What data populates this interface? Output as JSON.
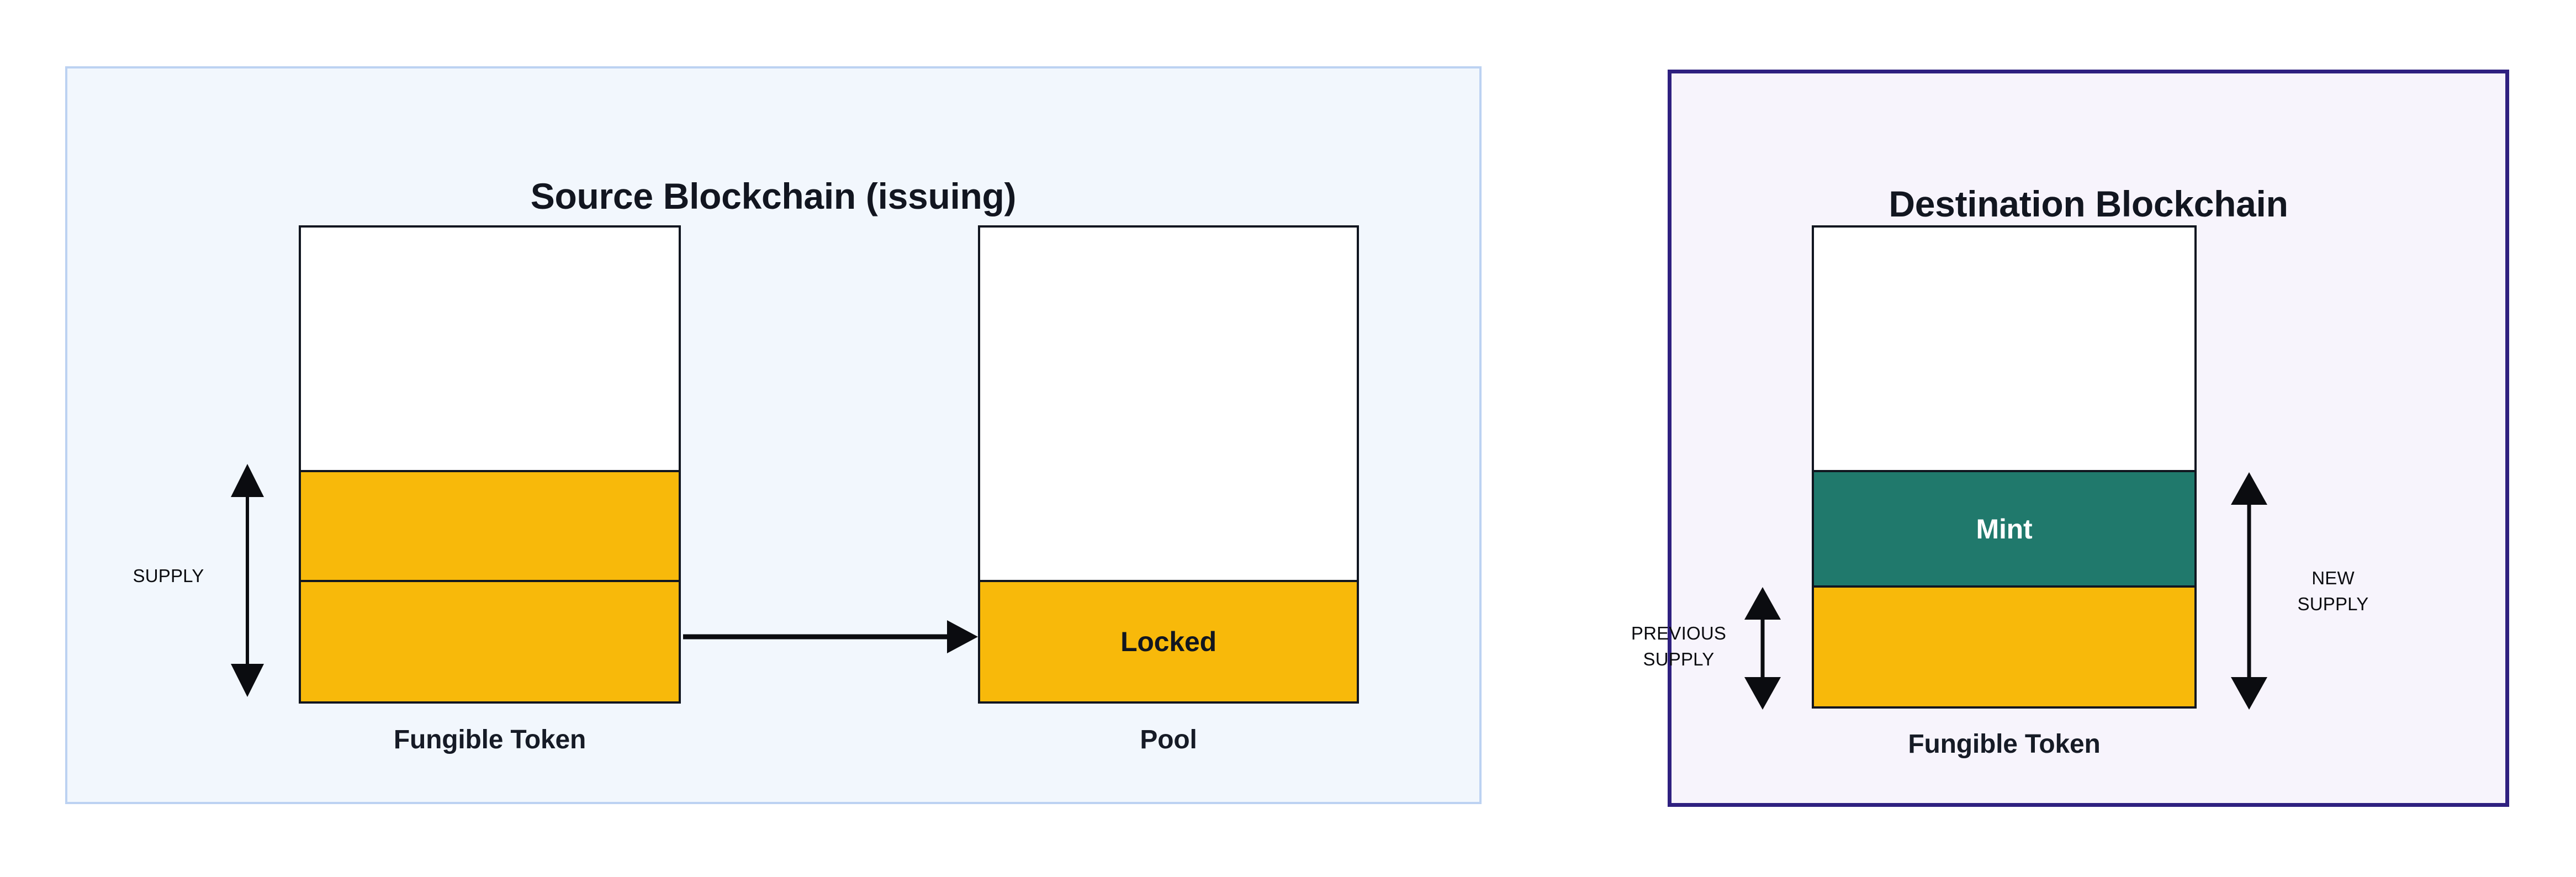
{
  "diagram": {
    "title_source": "Source Blockchain (issuing)",
    "title_destination": "Destination Blockchain"
  },
  "source_panel": {
    "title": "Source Blockchain (issuing)",
    "supply_label": "SUPPLY",
    "token_box": {
      "caption": "Fungible Token",
      "segments": [
        {
          "name": "empty-headroom",
          "label": "",
          "color": "#ffffff"
        },
        {
          "name": "supply-upper",
          "label": "",
          "color": "#f8b90a"
        },
        {
          "name": "supply-lower",
          "label": "",
          "color": "#f8b90a"
        }
      ]
    },
    "pool_box": {
      "caption": "Pool",
      "segments": [
        {
          "name": "empty-headroom",
          "label": "",
          "color": "#ffffff"
        },
        {
          "name": "locked",
          "label": "Locked",
          "color": "#f8b90a"
        }
      ]
    },
    "transfer_arrow": {
      "name": "lock-transfer-arrow",
      "from": "Fungible Token",
      "to": "Pool"
    }
  },
  "destination_panel": {
    "title": "Destination Blockchain",
    "previous_supply_label": "PREVIOUS\nSUPPLY",
    "new_supply_label": "NEW\nSUPPLY",
    "token_box": {
      "caption": "Fungible Token",
      "segments": [
        {
          "name": "empty-headroom",
          "label": "",
          "color": "#ffffff"
        },
        {
          "name": "mint",
          "label": "Mint",
          "color": "#20796c"
        },
        {
          "name": "previous-supply",
          "label": "",
          "color": "#f8b90a"
        }
      ]
    }
  },
  "colors": {
    "amber": "#f8b90a",
    "teal": "#20796c",
    "source_panel_border": "#bcd2f2",
    "source_panel_bg": "#f2f7fd",
    "destination_panel_border": "#2f2080",
    "destination_panel_bg": "#f7f4fc",
    "stroke": "#111620",
    "text_dark": "#161b26"
  }
}
